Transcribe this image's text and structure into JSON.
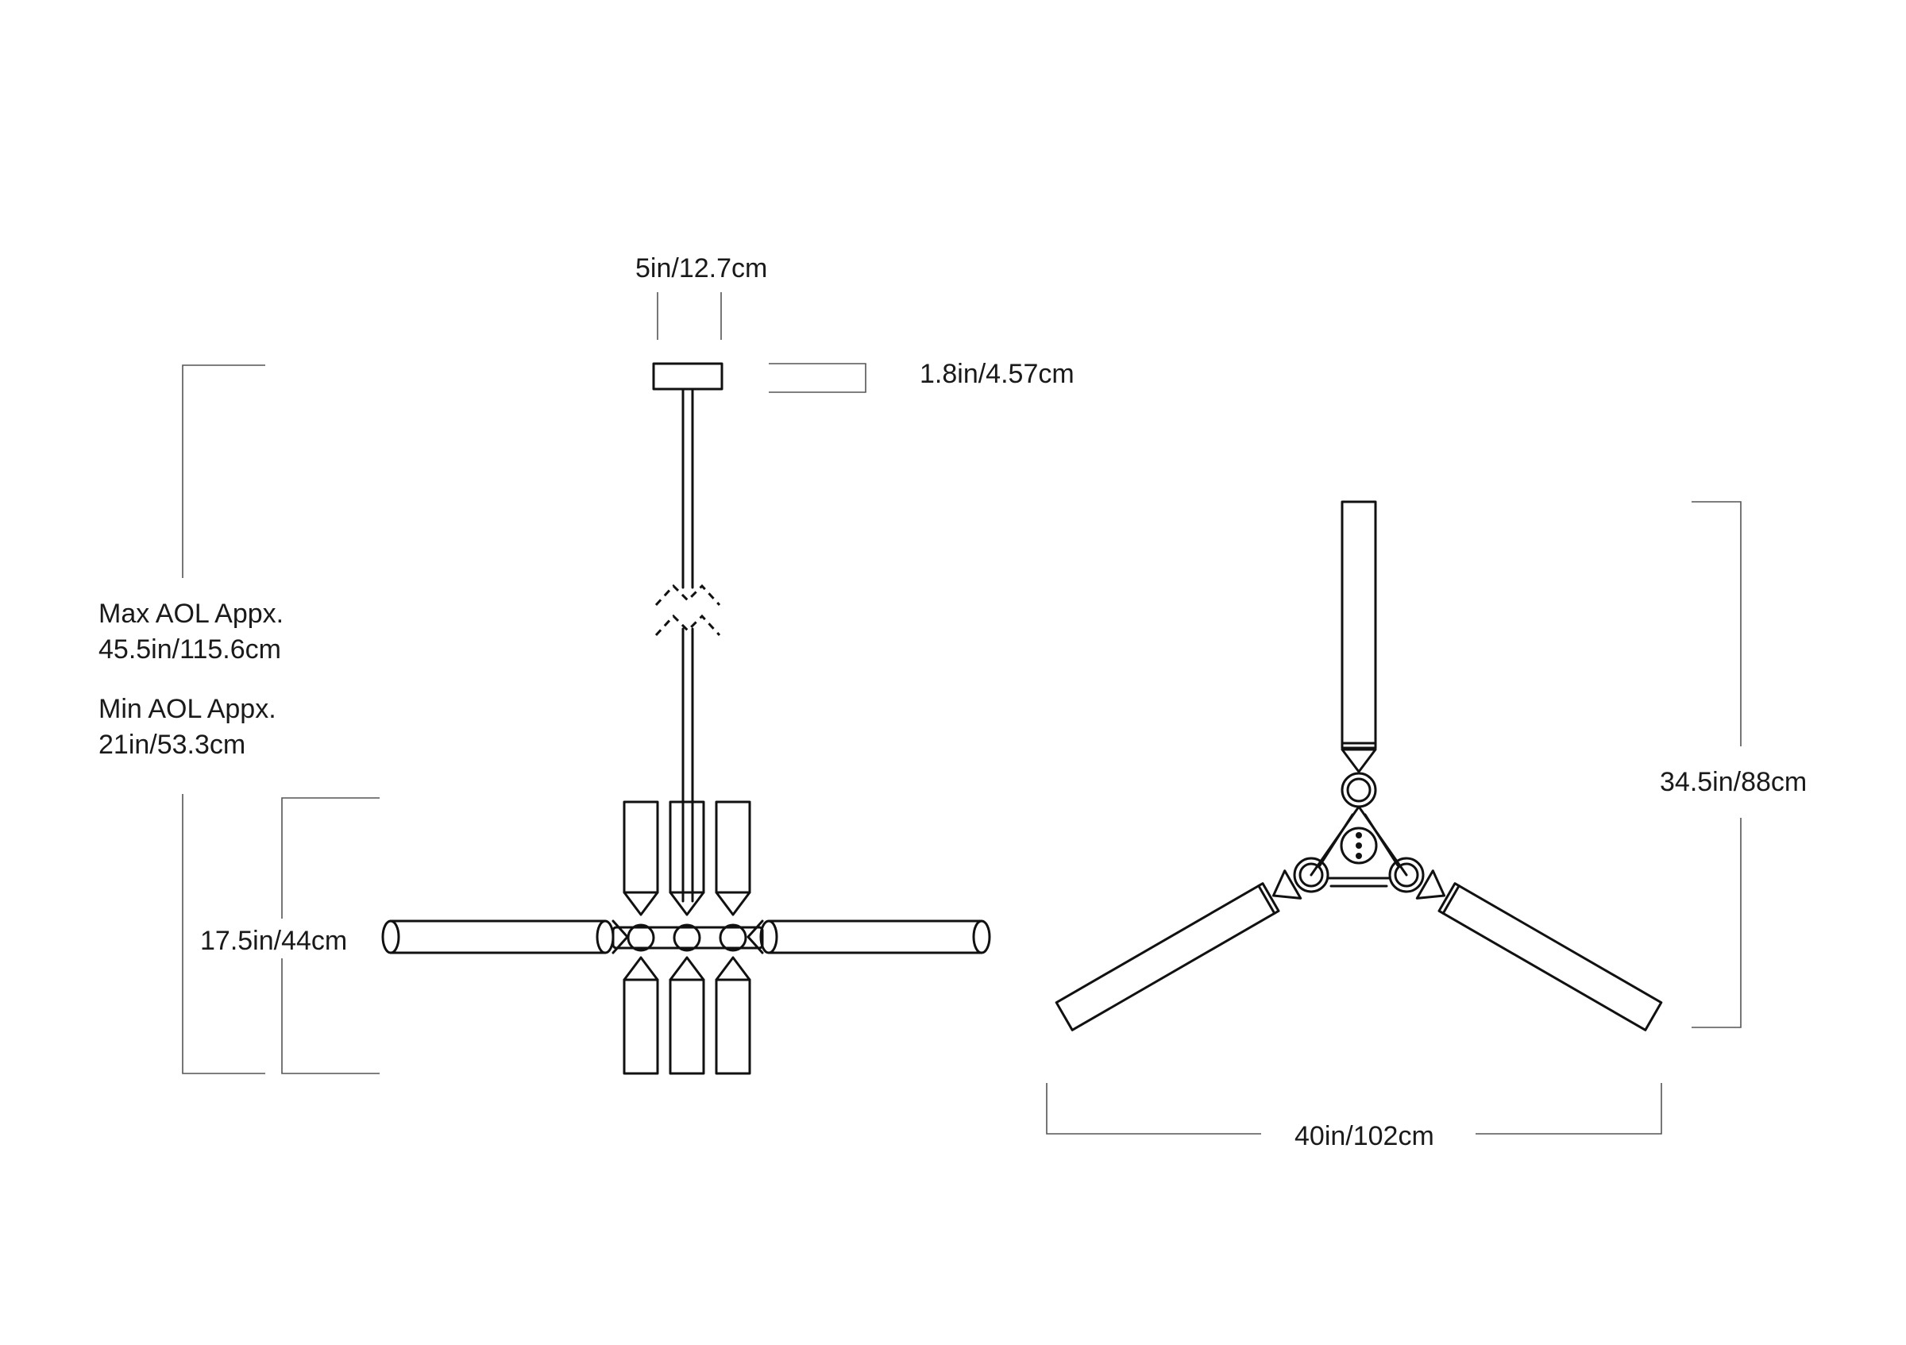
{
  "dimensions": {
    "canopy_width": "5in/12.7cm",
    "canopy_height": "1.8in/4.57cm",
    "max_aol_title": "Max AOL Appx.",
    "max_aol_value": "45.5in/115.6cm",
    "min_aol_title": "Min AOL Appx.",
    "min_aol_value": "21in/53.3cm",
    "fixture_height": "17.5in/44cm",
    "top_view_depth": "34.5in/88cm",
    "top_view_width": "40in/102cm"
  },
  "colors": {
    "line": "#111111",
    "dimension_line": "#555555",
    "background": "#ffffff"
  }
}
